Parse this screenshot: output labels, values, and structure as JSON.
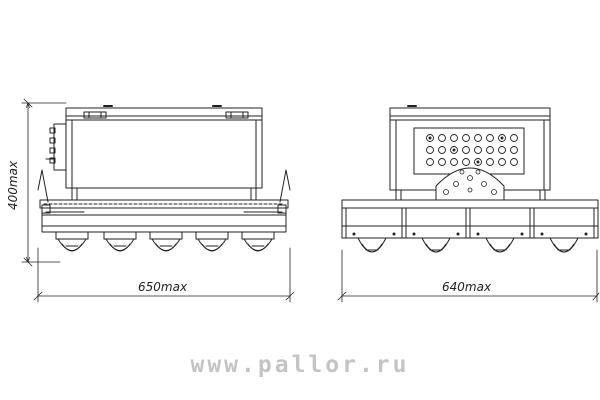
{
  "dimensions": {
    "height_label": "400max",
    "side_width_label": "650max",
    "front_width_label": "640max"
  },
  "watermark": {
    "text": "www.pallor.ru"
  },
  "colors": {
    "line": "#222222",
    "fill": "#ffffff",
    "watermark": "#c4c4c4"
  }
}
